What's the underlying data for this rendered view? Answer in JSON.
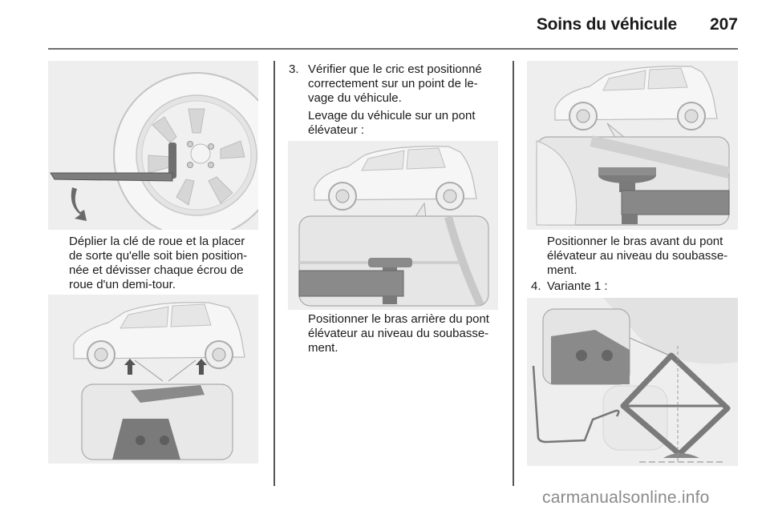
{
  "header": {
    "section_title": "Soins du véhicule",
    "page_number": "207"
  },
  "column1": {
    "figure1": {
      "icon": "wheel-wrench-illustration"
    },
    "paragraph": [
      "Déplier la clé de roue et la placer",
      "de sorte qu'elle soit bien position-",
      "née et dévisser chaque écrou de",
      "roue d'un demi-tour."
    ],
    "figure2": {
      "icon": "car-jack-points-illustration"
    }
  },
  "column2": {
    "step3": {
      "number": "3.",
      "lines": [
        "Vérifier que le cric est positionné",
        "correctement sur un point de le-",
        "vage du véhicule."
      ]
    },
    "lift_intro": [
      "Levage du véhicule sur un pont",
      "élévateur :"
    ],
    "figure3": {
      "icon": "rear-lift-arm-illustration"
    },
    "paragraph": [
      "Positionner le bras arrière du pont",
      "élévateur au niveau du soubasse-",
      "ment."
    ]
  },
  "column3": {
    "figure4": {
      "icon": "front-lift-arm-illustration"
    },
    "paragraph": [
      "Positionner le bras avant du pont",
      "élévateur au niveau du soubasse-",
      "ment."
    ],
    "step4": {
      "number": "4.",
      "label": "Variante 1 :"
    },
    "figure5": {
      "icon": "scissor-jack-illustration"
    }
  },
  "watermark": "carmanualsonline.info"
}
